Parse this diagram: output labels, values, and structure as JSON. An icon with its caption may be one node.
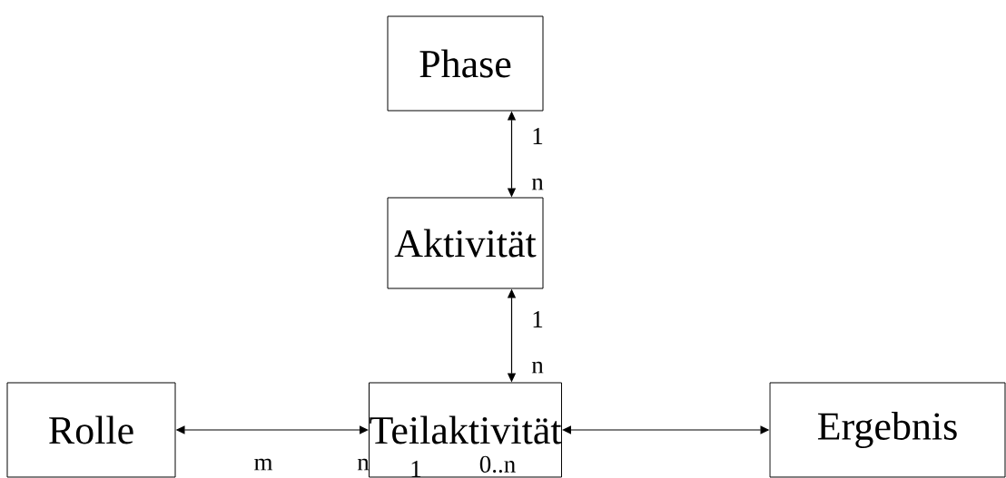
{
  "diagram": {
    "nodes": [
      {
        "text": [
          "Phase"
        ]
      },
      {
        "text": [
          "Aktivität"
        ]
      },
      {
        "text": [
          "Rolle"
        ]
      },
      {
        "text": [
          "Teilaktivität"
        ]
      },
      {
        "text": [
          "Ergebnis"
        ]
      }
    ],
    "edges": [
      {
        "from": 0,
        "to": 1,
        "arrow": "both"
      },
      {
        "from": 1,
        "to": 3,
        "arrow": "both"
      },
      {
        "from": 2,
        "to": 3,
        "arrow": "both"
      },
      {
        "from": 3,
        "to": 4,
        "arrow": "both"
      }
    ],
    "labels": [
      "1",
      "n",
      "1",
      "n",
      "m",
      "n",
      "1",
      "0..n"
    ]
  }
}
